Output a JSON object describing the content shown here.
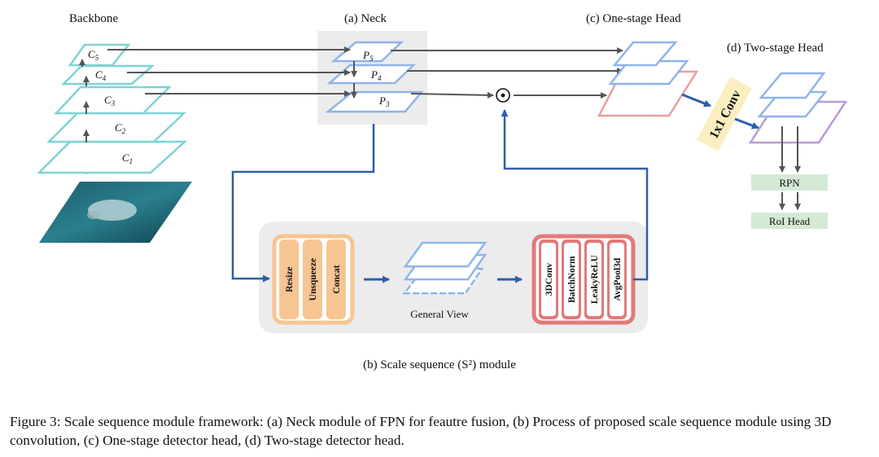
{
  "headings": {
    "backbone": "Backbone",
    "neck": "(a) Neck",
    "one_stage": "(c) One-stage Head",
    "two_stage": "(d) Two-stage Head"
  },
  "backbone_layers": [
    {
      "name": "C",
      "sub": "5"
    },
    {
      "name": "C",
      "sub": "4"
    },
    {
      "name": "C",
      "sub": "3"
    },
    {
      "name": "C",
      "sub": "2"
    },
    {
      "name": "C",
      "sub": "1"
    }
  ],
  "neck_layers": [
    {
      "name": "P",
      "sub": "5"
    },
    {
      "name": "P",
      "sub": "4"
    },
    {
      "name": "P",
      "sub": "3"
    }
  ],
  "conv_label": "1x1 Conv",
  "rpn_label": "RPN",
  "roi_label": "RoI Head",
  "fuse_symbol": "⊙",
  "module_blocks": {
    "left": [
      "Resize",
      "Unsqueeze",
      "Concat"
    ],
    "right": [
      "3DConv",
      "BatchNorm",
      "LeakyReLU",
      "AvgPool3d"
    ]
  },
  "general_view_label": "General View",
  "module_caption": "(b) Scale sequence (S²) module",
  "figure_caption": "Figure 3: Scale sequence module framework: (a) Neck module of FPN for feautre fusion, (b) Process of proposed scale sequence module using 3D convolution, (c) One-stage detector head, (d) Two-stage detector head.",
  "colors": {
    "teal": "#7fd3d3",
    "blue_plane": "#8fb4ea",
    "arrow_dark": "#555555",
    "arrow_blue": "#2e5fa8",
    "pink": "#e8a0a0",
    "purple": "#b99ad6",
    "green_box": "#d4ead5",
    "yellow_conv": "#fbeec0",
    "orange_block": "#f7c592",
    "red_block": "#e07a7a",
    "grey_panel": "#ececec"
  }
}
